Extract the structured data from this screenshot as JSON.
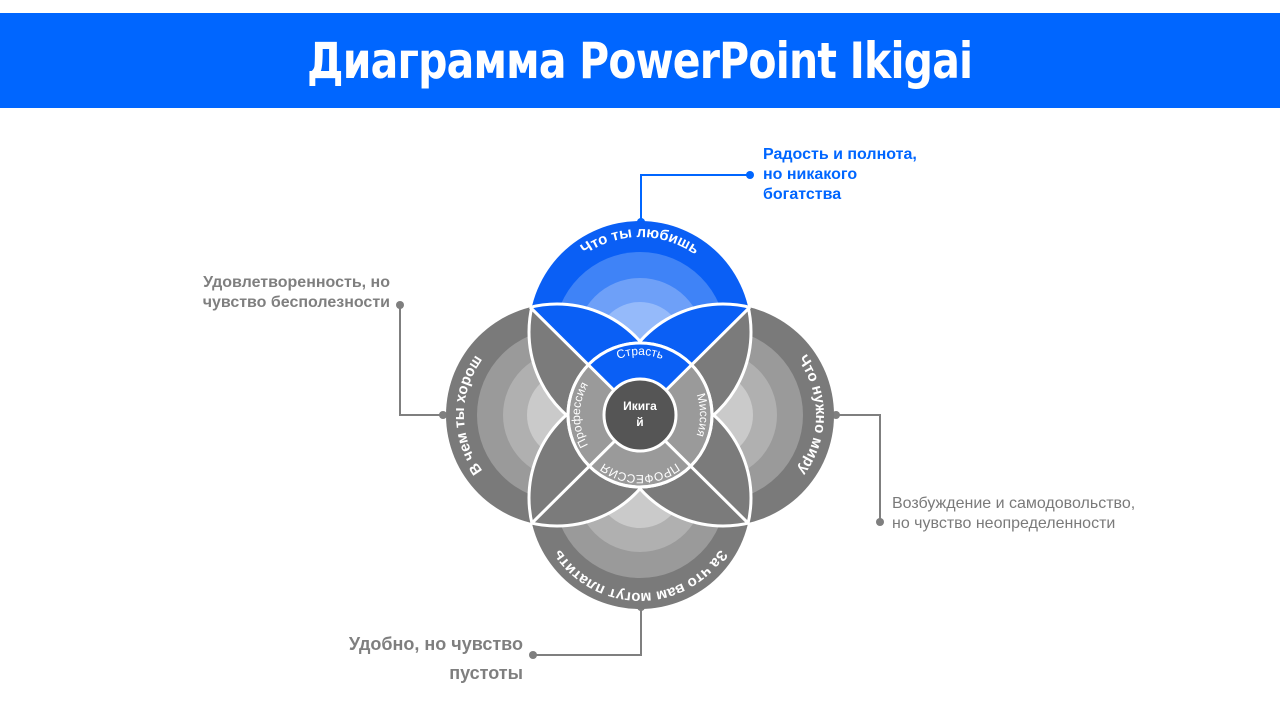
{
  "header": {
    "title": "Диаграмма PowerPoint Ikigai"
  },
  "diagram": {
    "center": "Икигай",
    "circles": {
      "top": "Что ты любишь",
      "right": "Что нужно миру",
      "bottom": "За что вам могут платить",
      "left": "В чем ты хорош"
    },
    "ring": {
      "top": "Страсть",
      "right": "Миссия",
      "bottom": "ПРОФЕССИЯ",
      "left": "Профессия"
    }
  },
  "callouts": {
    "top": "Радость и полнота, но никакого богатства",
    "left": "Удовлетворенность, но чувство бесполезности",
    "right": "Возбуждение и самодовольство, но чувство неопределенности",
    "bottom": "Удобно, но чувство пустоты"
  },
  "colors": {
    "accent": "#0066ff",
    "gray": "#7b7b7b"
  }
}
